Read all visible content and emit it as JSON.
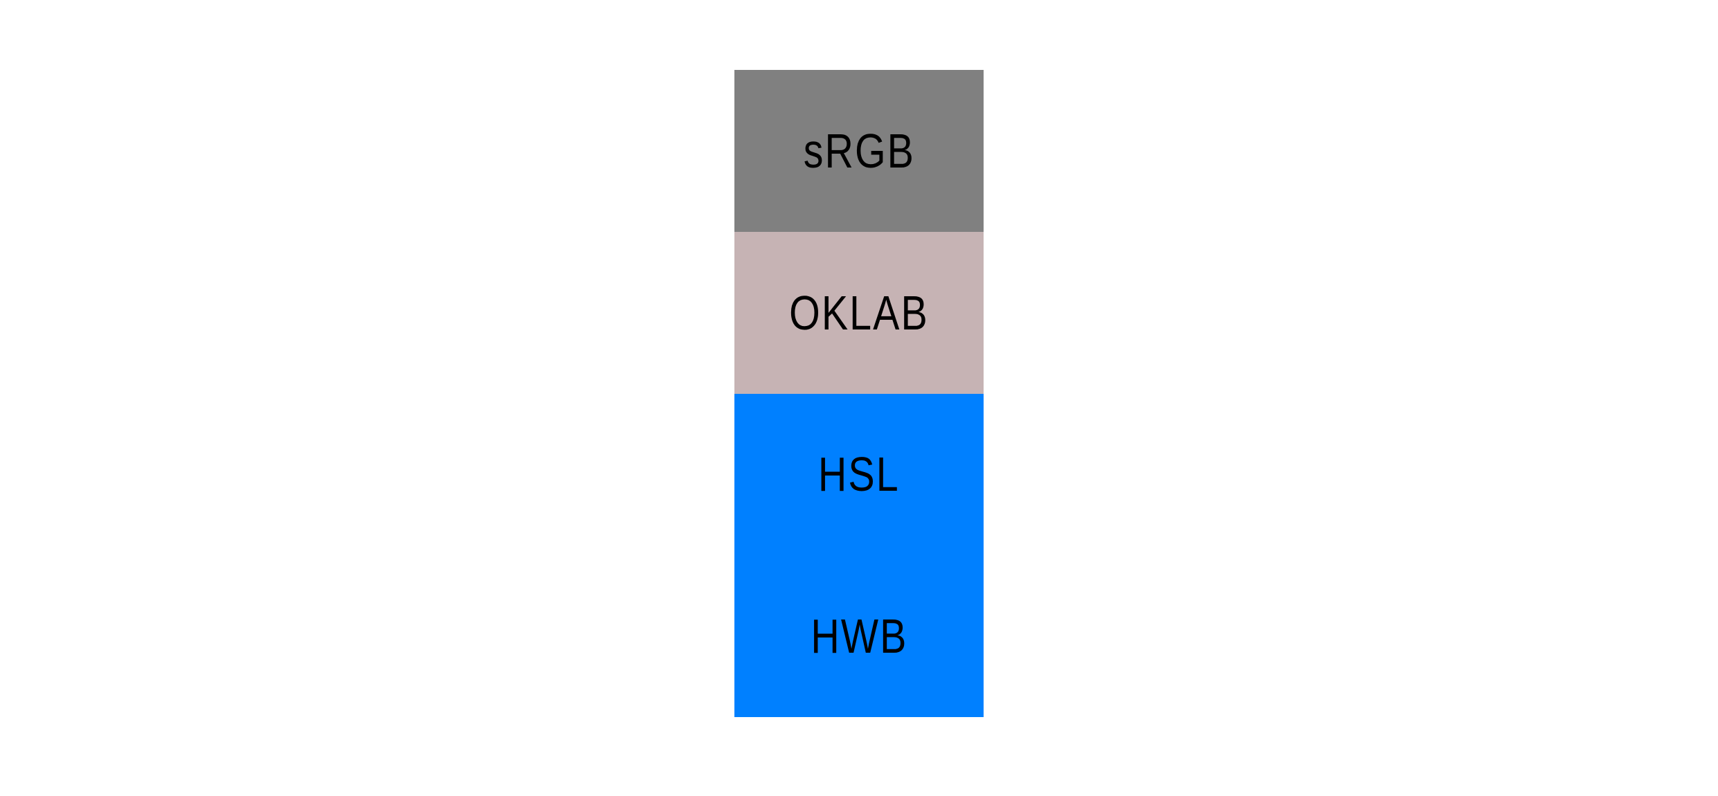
{
  "page": {
    "background": "#ffffff",
    "label_color": "#000000"
  },
  "swatches": [
    {
      "id": "srgb",
      "label": "sRGB",
      "color": "#808080"
    },
    {
      "id": "oklab",
      "label": "OKLAB",
      "color": "#c6b3b4"
    },
    {
      "id": "hsl",
      "label": "HSL",
      "color": "#0080ff"
    },
    {
      "id": "hwb",
      "label": "HWB",
      "color": "#0080ff"
    }
  ]
}
